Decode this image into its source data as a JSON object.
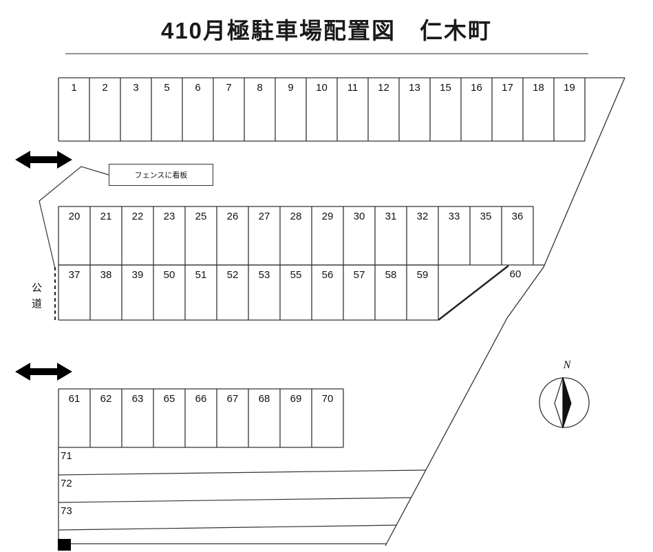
{
  "title": "410月極駐車場配置図　仁木町",
  "labels": {
    "fence_sign": "フェンスに看板",
    "public_road": "公道",
    "compass_north": "N"
  },
  "rows": [
    {
      "numbers": [
        "1",
        "2",
        "3",
        "5",
        "6",
        "7",
        "8",
        "9",
        "10",
        "11",
        "12",
        "13",
        "15",
        "16",
        "17",
        "18",
        "19"
      ]
    },
    {
      "numbers": [
        "20",
        "21",
        "22",
        "23",
        "25",
        "26",
        "27",
        "28",
        "29",
        "30",
        "31",
        "32",
        "33",
        "35",
        "36"
      ]
    },
    {
      "numbers": [
        "37",
        "38",
        "39",
        "50",
        "51",
        "52",
        "53",
        "55",
        "56",
        "57",
        "58",
        "59"
      ],
      "detached": "60"
    },
    {
      "numbers": [
        "61",
        "62",
        "63",
        "65",
        "66",
        "67",
        "68",
        "69",
        "70"
      ]
    }
  ],
  "strips": [
    "71",
    "72",
    "73"
  ],
  "colors": {
    "line": "#333333",
    "arrow": "#000000",
    "background": "#ffffff"
  }
}
